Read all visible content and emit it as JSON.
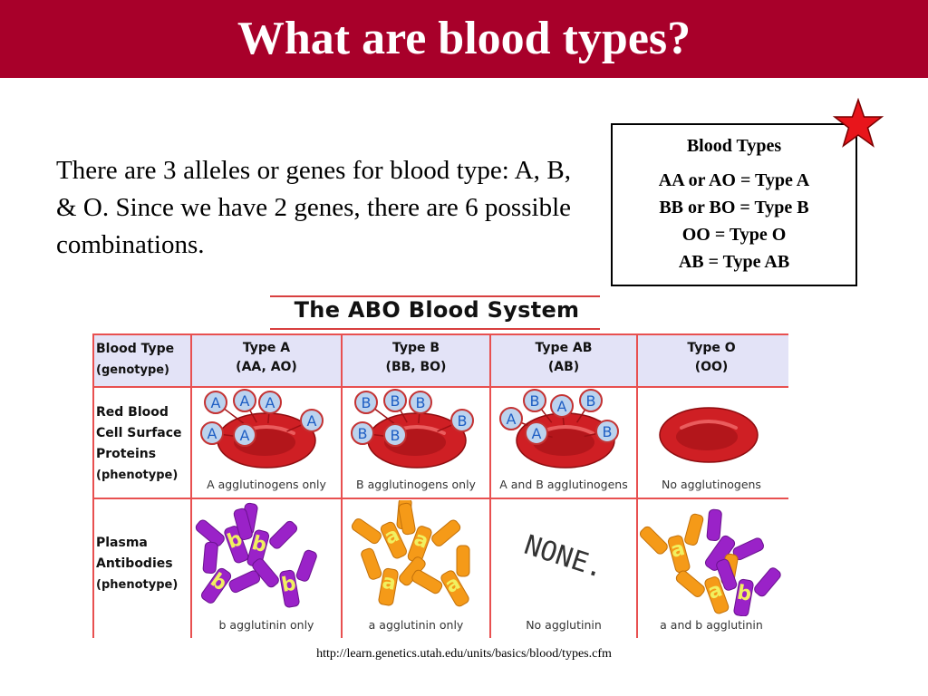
{
  "slide": {
    "title": "What are blood types?",
    "intro": "There are 3 alleles or genes for blood type:  A, B, & O. Since we have 2 genes, there are 6 possible combinations.",
    "box": {
      "heading": "Blood Types",
      "lines": [
        "AA or AO = Type A",
        "BB or BO = Type B",
        "OO = Type O",
        "AB = Type AB"
      ]
    },
    "source": "http://learn.genetics.utah.edu/units/basics/blood/types.cfm"
  },
  "figure": {
    "title": "The ABO Blood System",
    "row_labels": {
      "blood_type": [
        "Blood Type",
        "(genotype)"
      ],
      "rbc": [
        "Red Blood",
        "Cell Surface",
        "Proteins",
        "(phenotype)"
      ],
      "plasma": [
        "Plasma",
        "Antibodies",
        "(phenotype)"
      ]
    },
    "columns": [
      {
        "name": "Type A",
        "genotype": "(AA, AO)",
        "rbc_caption": "A agglutinogens only",
        "plasma_caption": "b agglutinin only"
      },
      {
        "name": "Type B",
        "genotype": "(BB, BO)",
        "rbc_caption": "B agglutinogens only",
        "plasma_caption": "a agglutinin only"
      },
      {
        "name": "Type AB",
        "genotype": "(AB)",
        "rbc_caption": "A and B agglutinogens",
        "plasma_caption": "No agglutinin"
      },
      {
        "name": "Type O",
        "genotype": "(OO)",
        "rbc_caption": "No agglutinogens",
        "plasma_caption": "a and b agglutinin"
      }
    ],
    "antigen_letters": {
      "type_a": [
        "A",
        "A",
        "A",
        "A",
        "A",
        "A"
      ],
      "type_b": [
        "B",
        "B",
        "B",
        "B",
        "B",
        "B"
      ],
      "type_ab": [
        "A",
        "B",
        "A",
        "B",
        "A",
        "B"
      ]
    },
    "antibody_letters": {
      "type_a": [
        "b",
        "b",
        "b",
        "b"
      ],
      "type_b": [
        "a",
        "a",
        "a",
        "a"
      ],
      "type_o": [
        "a",
        "a",
        "b"
      ]
    },
    "none_label": "NONE.",
    "colors": {
      "cell": "#cf1f24",
      "antigen": "#bcd3ee",
      "antibody_b": "#9a22c8",
      "antibody_a": "#f59a18",
      "grid": "#e85050"
    }
  },
  "decor": {
    "star_icon": "red-star-icon",
    "star_color": "#e8151b"
  }
}
